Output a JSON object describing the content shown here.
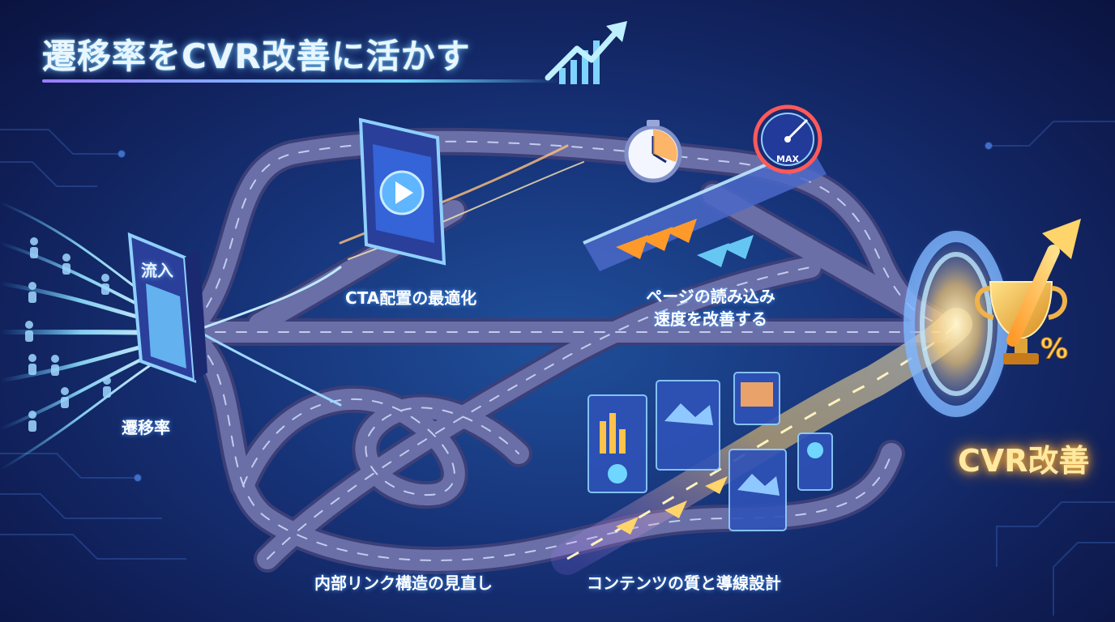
{
  "title": "遷移率をCVR改善に活かす",
  "labels": {
    "gate": "流入",
    "transition": "遷移率",
    "cta": "CTA配置の最適化",
    "speed_line1": "ページの読み込み",
    "speed_line2": "速度を改善する",
    "internal_links": "内部リンク構造の見直し",
    "content": "コンテンツの質と導線設計",
    "cvr": "CVR改善",
    "gauge": "MAX",
    "percent": "%"
  },
  "icons": {
    "title_arrow": "trend-up-chart-icon",
    "gate": "entrance-gate-icon",
    "phone": "play-screen-icon",
    "stopwatch": "stopwatch-icon",
    "speedometer": "speedometer-icon",
    "trophy": "trophy-icon",
    "people": "person-icon"
  },
  "colors": {
    "background": "#17347a",
    "road": "#6a6fa8",
    "glow_blue": "#6fd6ff",
    "glow_gold": "#ffc24a",
    "accent_orange": "#ff9a2a"
  }
}
